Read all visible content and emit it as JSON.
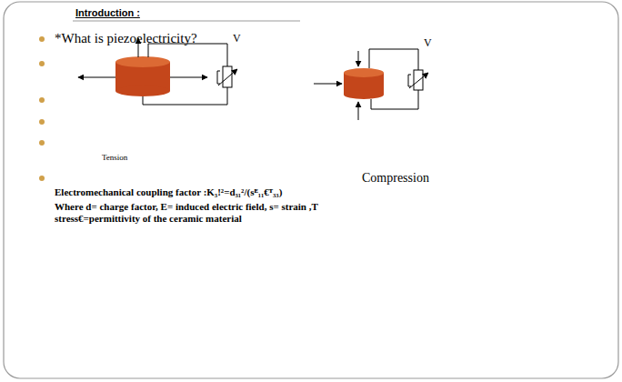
{
  "diagram": {
    "title": "Introduction :",
    "labels": [
      "*What is piezoelectricity?",
      "V",
      "V",
      "Tension",
      "Compression",
      "Electromechanical coupling factor :K₃!²=d₃₁²/(sᴱ₁₁€ᵀ₃₃)",
      "Where d= charge factor, E= induced electric field, s= strain ,T stress€=permittivity of the ceramic material"
    ]
  }
}
